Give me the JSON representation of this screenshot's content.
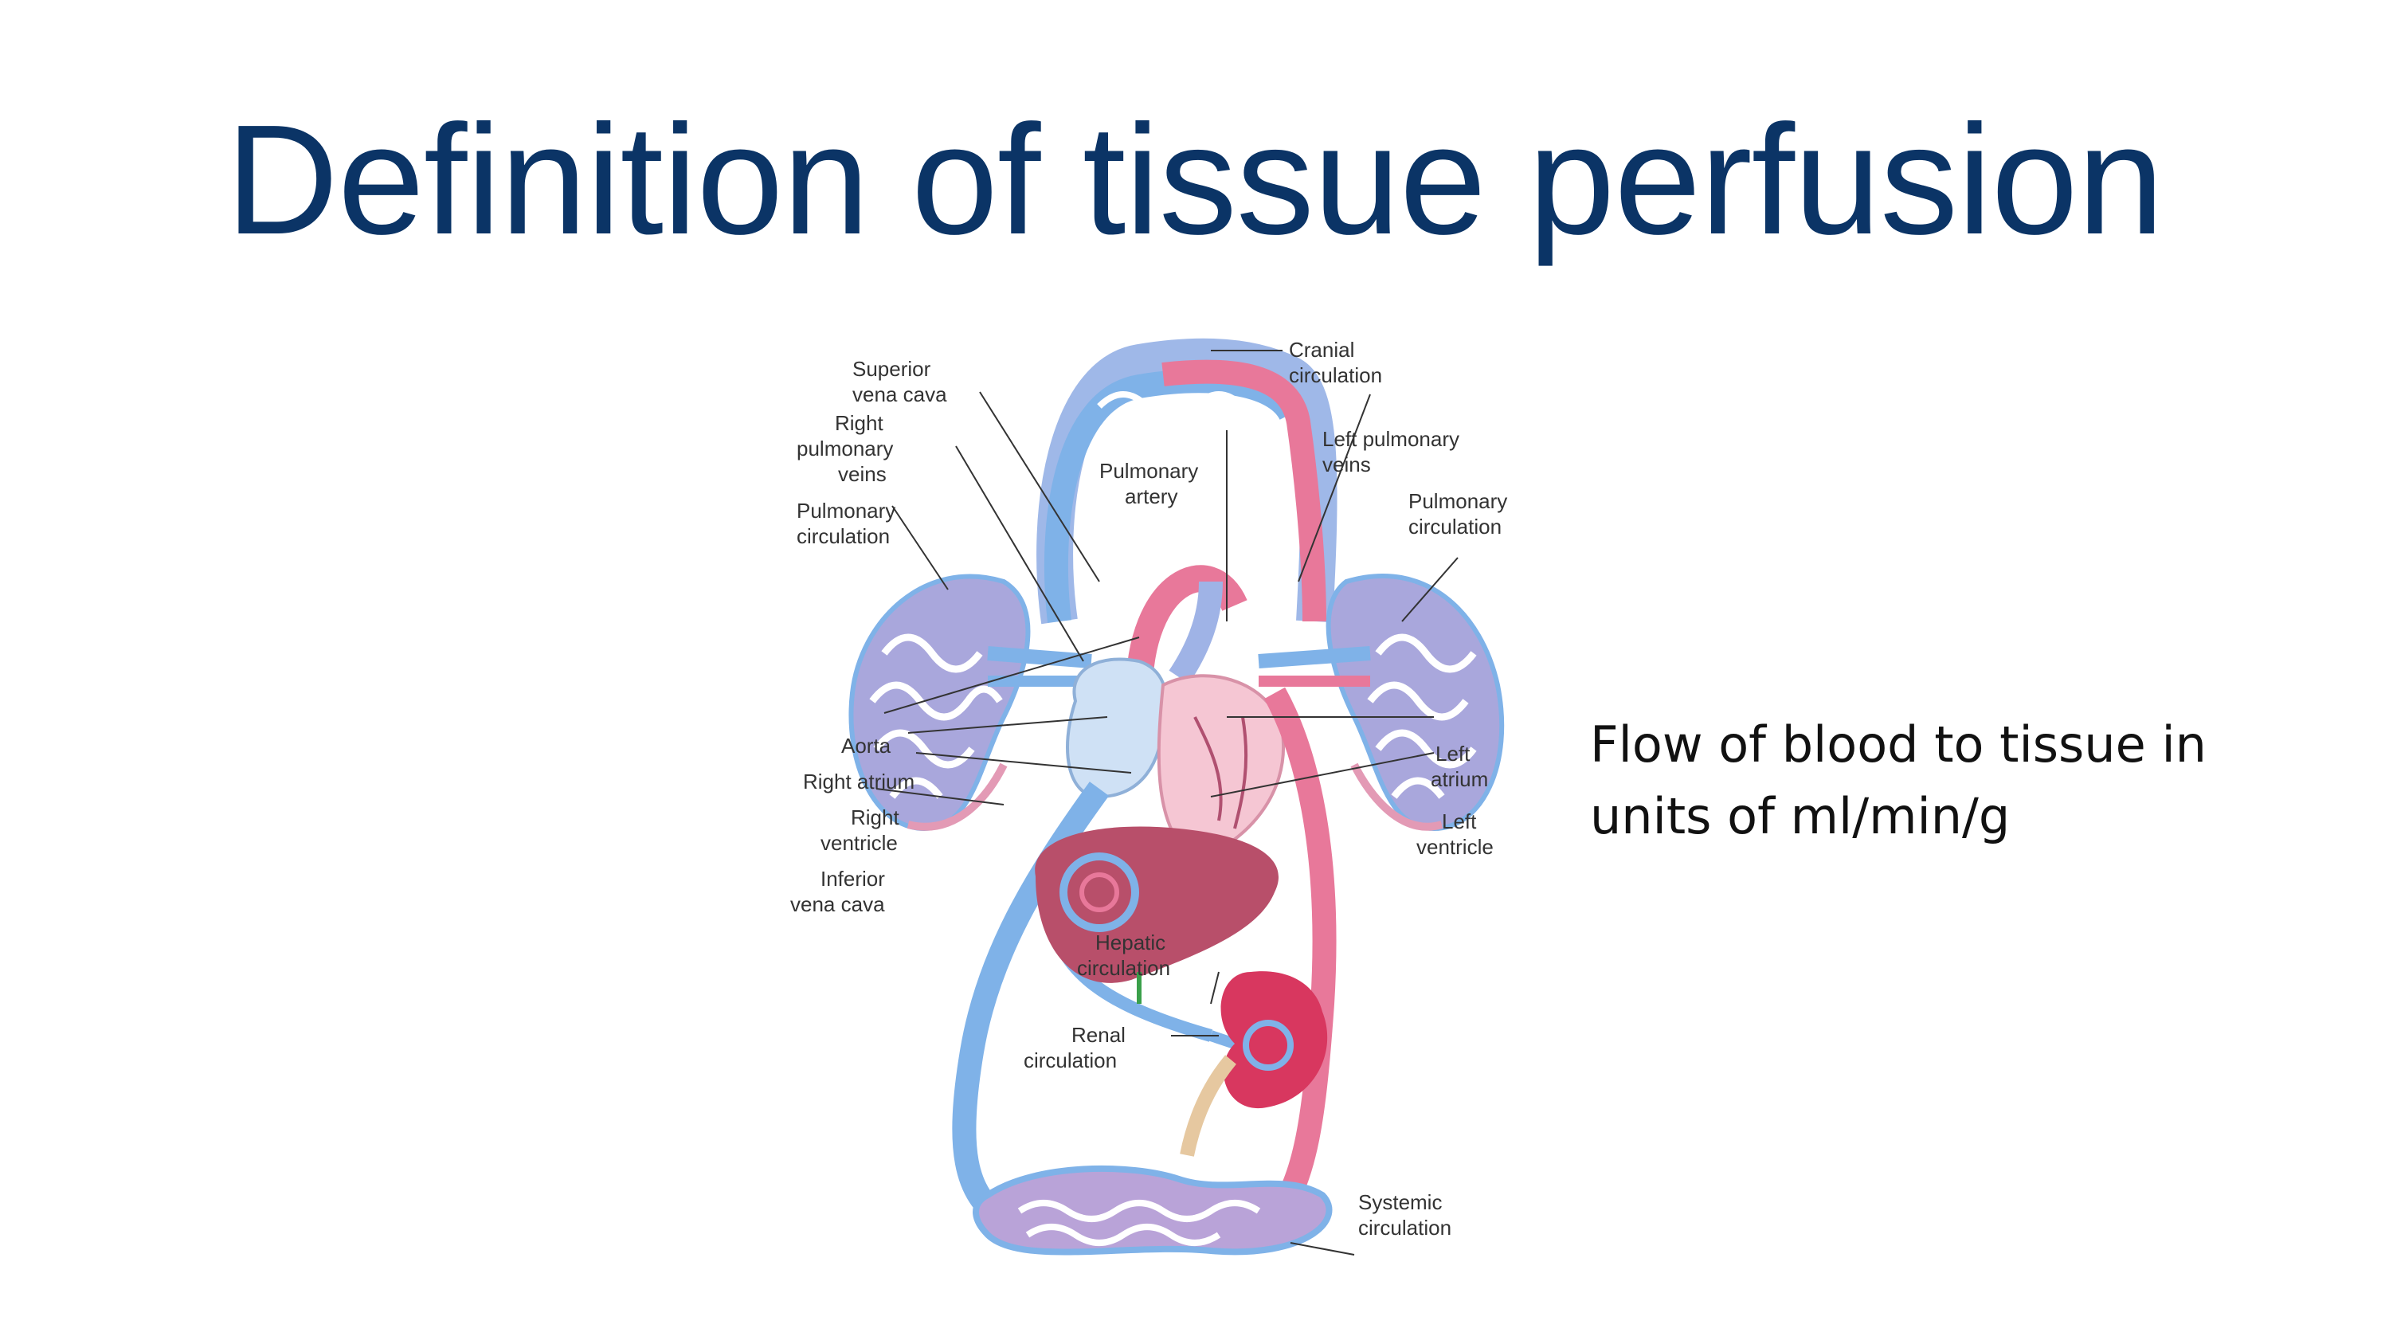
{
  "slide": {
    "title": "Definition of tissue perfusion",
    "body_lines": [
      "Flow of blood to tissue in",
      "units of ml/min/g"
    ]
  },
  "diagram": {
    "labels": {
      "superior_vena_cava": [
        "Superior",
        "vena cava"
      ],
      "cranial_circulation": [
        "Cranial",
        "circulation"
      ],
      "right_pulmonary_veins": [
        "Right",
        "pulmonary",
        "veins"
      ],
      "pulmonary_artery": [
        "Pulmonary",
        "artery"
      ],
      "left_pulmonary_veins": [
        "Left pulmonary",
        "veins"
      ],
      "pulmonary_circulation_left": [
        "Pulmonary",
        "circulation"
      ],
      "pulmonary_circulation_right": [
        "Pulmonary",
        "circulation"
      ],
      "aorta": [
        "Aorta"
      ],
      "right_atrium": [
        "Right atrium"
      ],
      "right_ventricle": [
        "Right",
        "ventricle"
      ],
      "left_atrium": [
        "Left",
        "atrium"
      ],
      "left_ventricle": [
        "Left",
        "ventricle"
      ],
      "inferior_vena_cava": [
        "Inferior",
        "vena cava"
      ],
      "hepatic_circulation": [
        "Hepatic",
        "circulation"
      ],
      "renal_circulation": [
        "Renal",
        "circulation"
      ],
      "systemic_circulation": [
        "Systemic",
        "circulation"
      ]
    },
    "colors": {
      "venous": "#7fb2e8",
      "arterial": "#e8789a",
      "capillary": "#b9a3d8",
      "heart_right": "#cfe1f5",
      "heart_left": "#f5c6d3",
      "liver": "#b84f6a",
      "kidney": "#d8375f"
    }
  }
}
